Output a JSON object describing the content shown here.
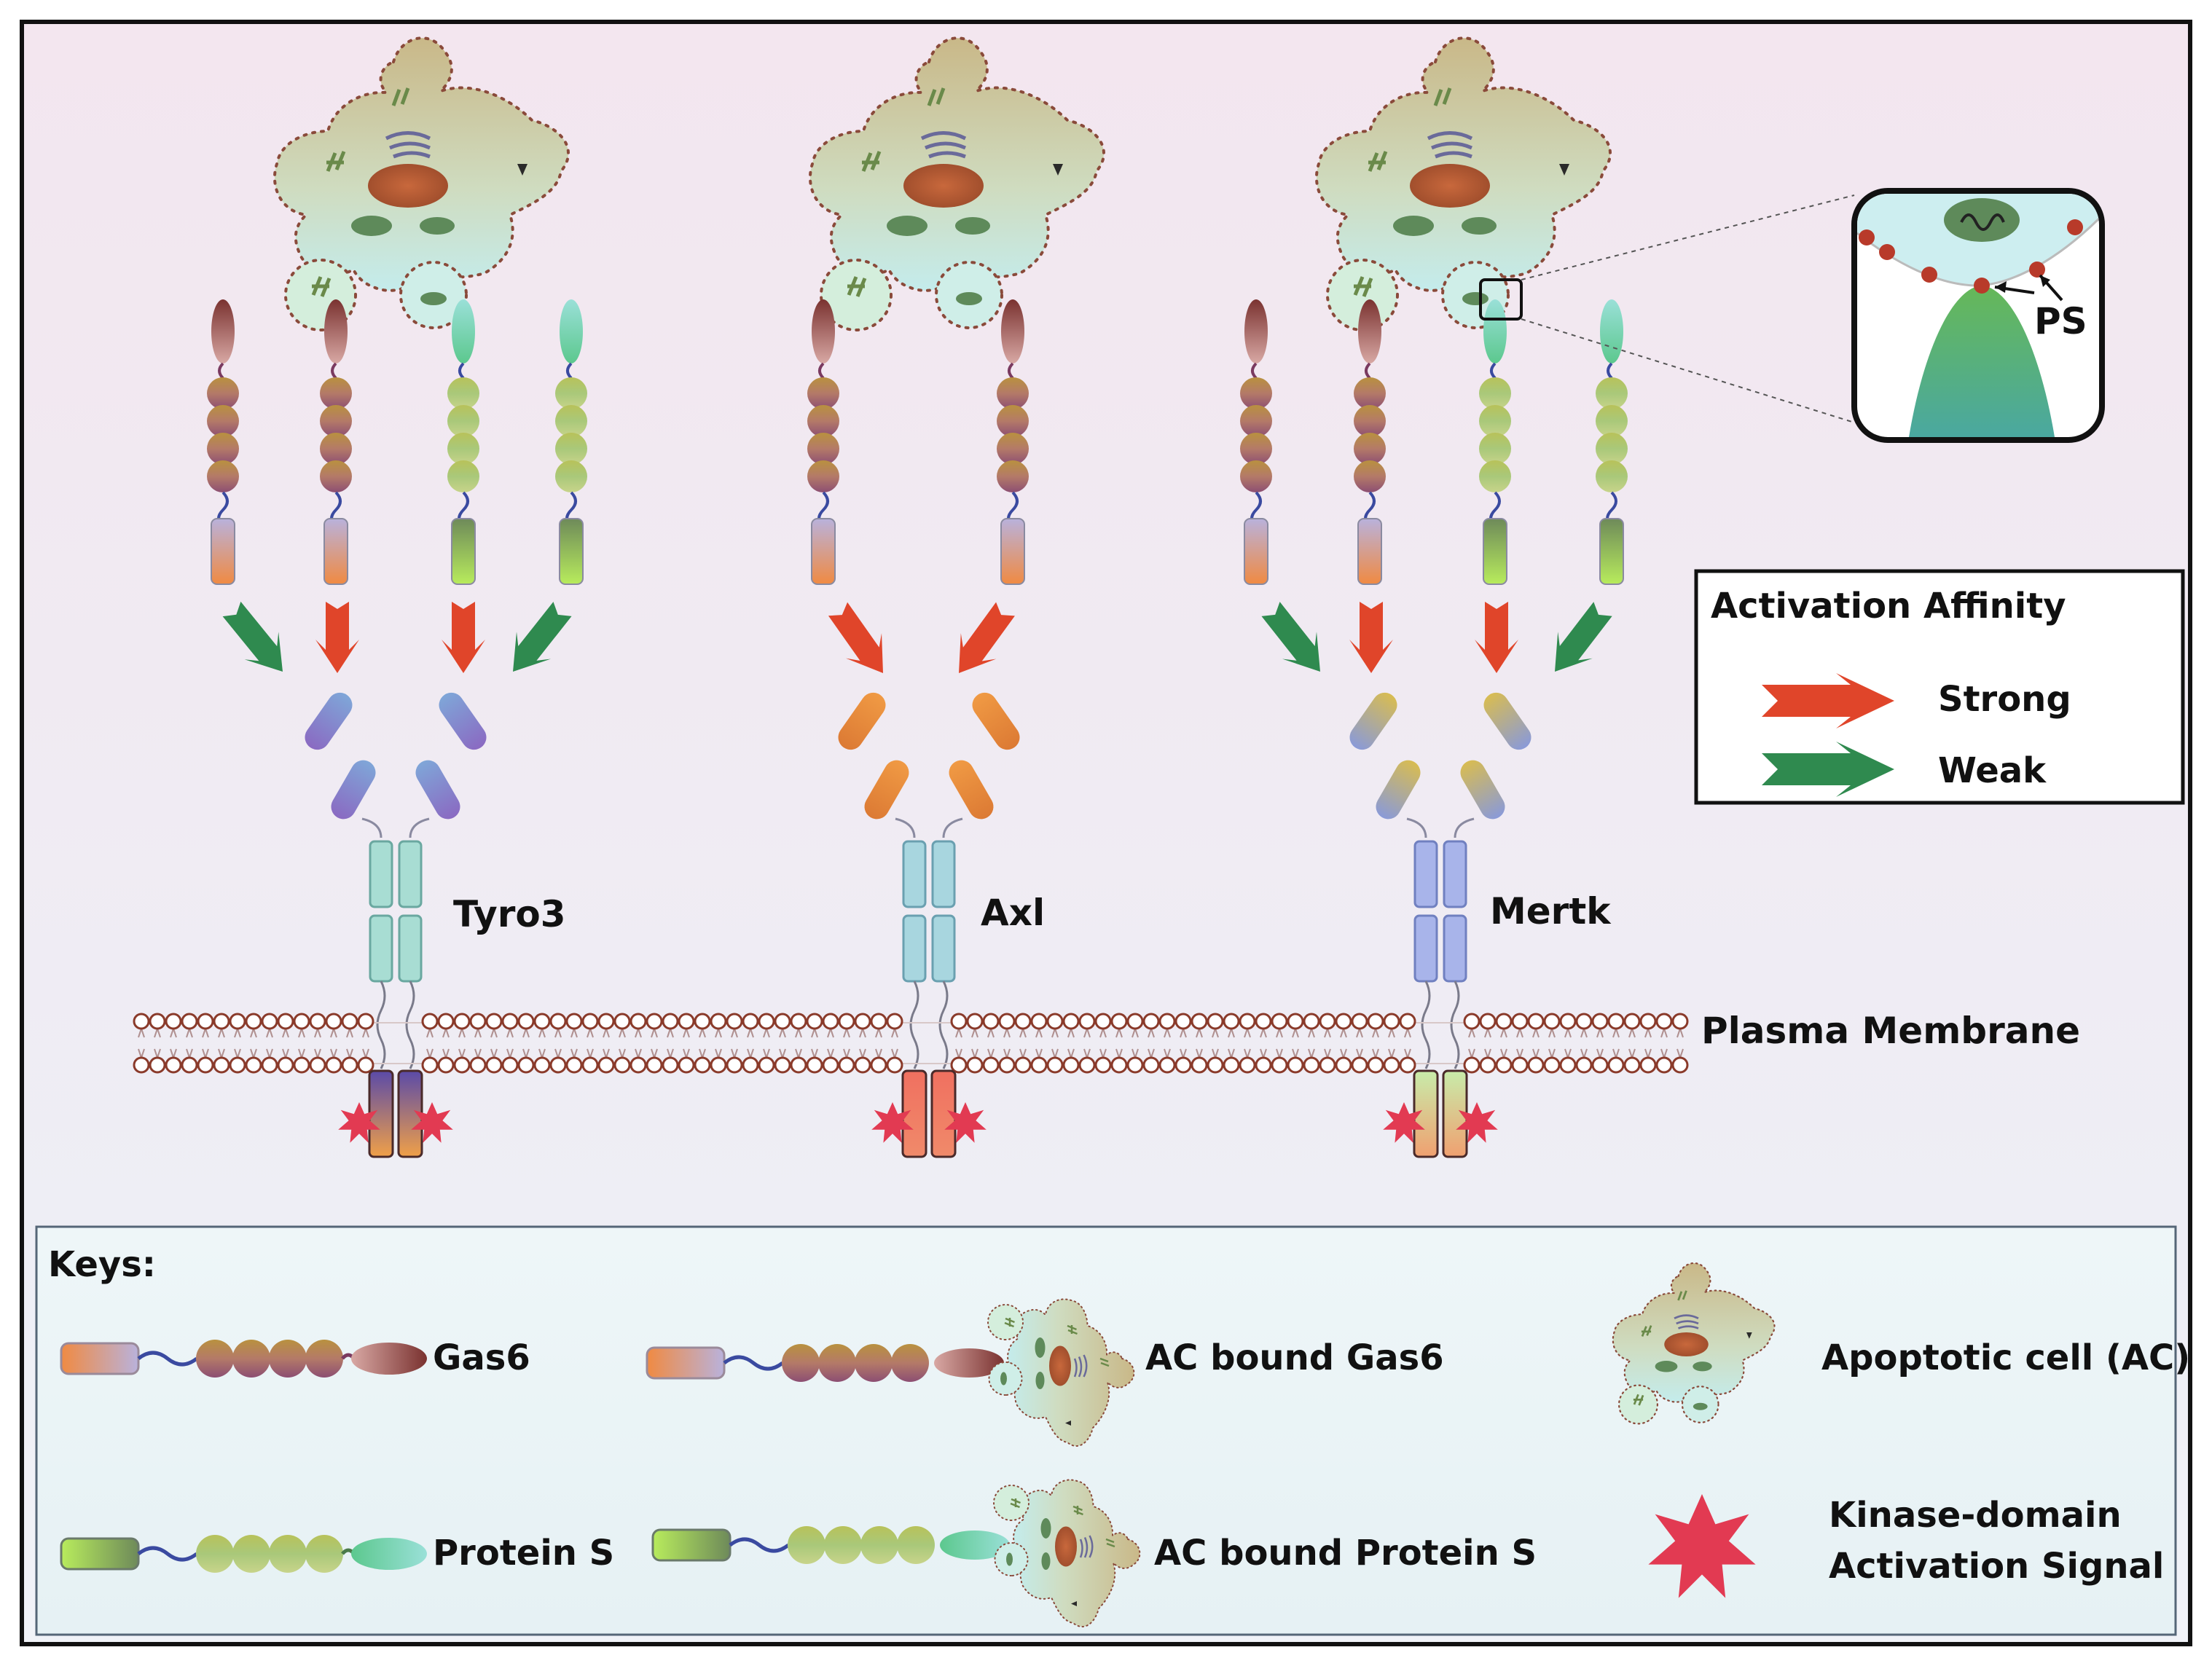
{
  "receptors": [
    {
      "name": "Tyro3"
    },
    {
      "name": "Axl"
    },
    {
      "name": "Mertk"
    }
  ],
  "labels": {
    "membrane": "Plasma Membrane",
    "ps": "PS"
  },
  "affinity_legend": {
    "title": "Activation Affinity",
    "strong": "Strong",
    "weak": "Weak"
  },
  "keys": {
    "title": "Keys:",
    "gas6": "Gas6",
    "ac_gas6": "AC bound Gas6",
    "ac": "Apoptotic cell (AC)",
    "protein_s": "Protein S",
    "ac_protein_s": "AC bound Protein S",
    "kinase_line1": "Kinase-domain",
    "kinase_line2": "Activation Signal"
  },
  "colors": {
    "strong_arrow": "#e0452a",
    "weak_arrow": "#2f8a4f",
    "tyro3_head": "#8a72c4",
    "axl_head": "#e58a3a",
    "mertk_head": "#c9b45a",
    "kinase_signal": "#e23a52"
  }
}
